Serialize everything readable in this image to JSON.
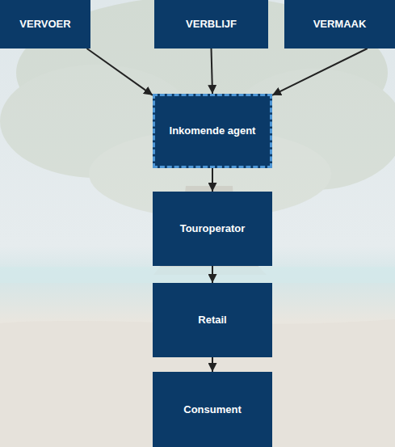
{
  "diagram": {
    "nodes": [
      {
        "text": [
          "VERVOER"
        ]
      },
      {
        "text": [
          "VERBLIJF"
        ]
      },
      {
        "text": [
          "VERMAAK"
        ]
      },
      {
        "text": [
          "Inkomende agent"
        ]
      },
      {
        "text": [
          "Touroperator"
        ]
      },
      {
        "text": [
          "Retail"
        ]
      },
      {
        "text": [
          "Consument"
        ]
      }
    ],
    "edges": [
      {
        "from": 0,
        "to": 3,
        "arrow": "to"
      },
      {
        "from": 1,
        "to": 3,
        "arrow": "to"
      },
      {
        "from": 2,
        "to": 3,
        "arrow": "to"
      },
      {
        "from": 3,
        "to": 4,
        "arrow": "to"
      },
      {
        "from": 4,
        "to": 5,
        "arrow": "to"
      },
      {
        "from": 5,
        "to": 6,
        "arrow": "to"
      }
    ]
  }
}
